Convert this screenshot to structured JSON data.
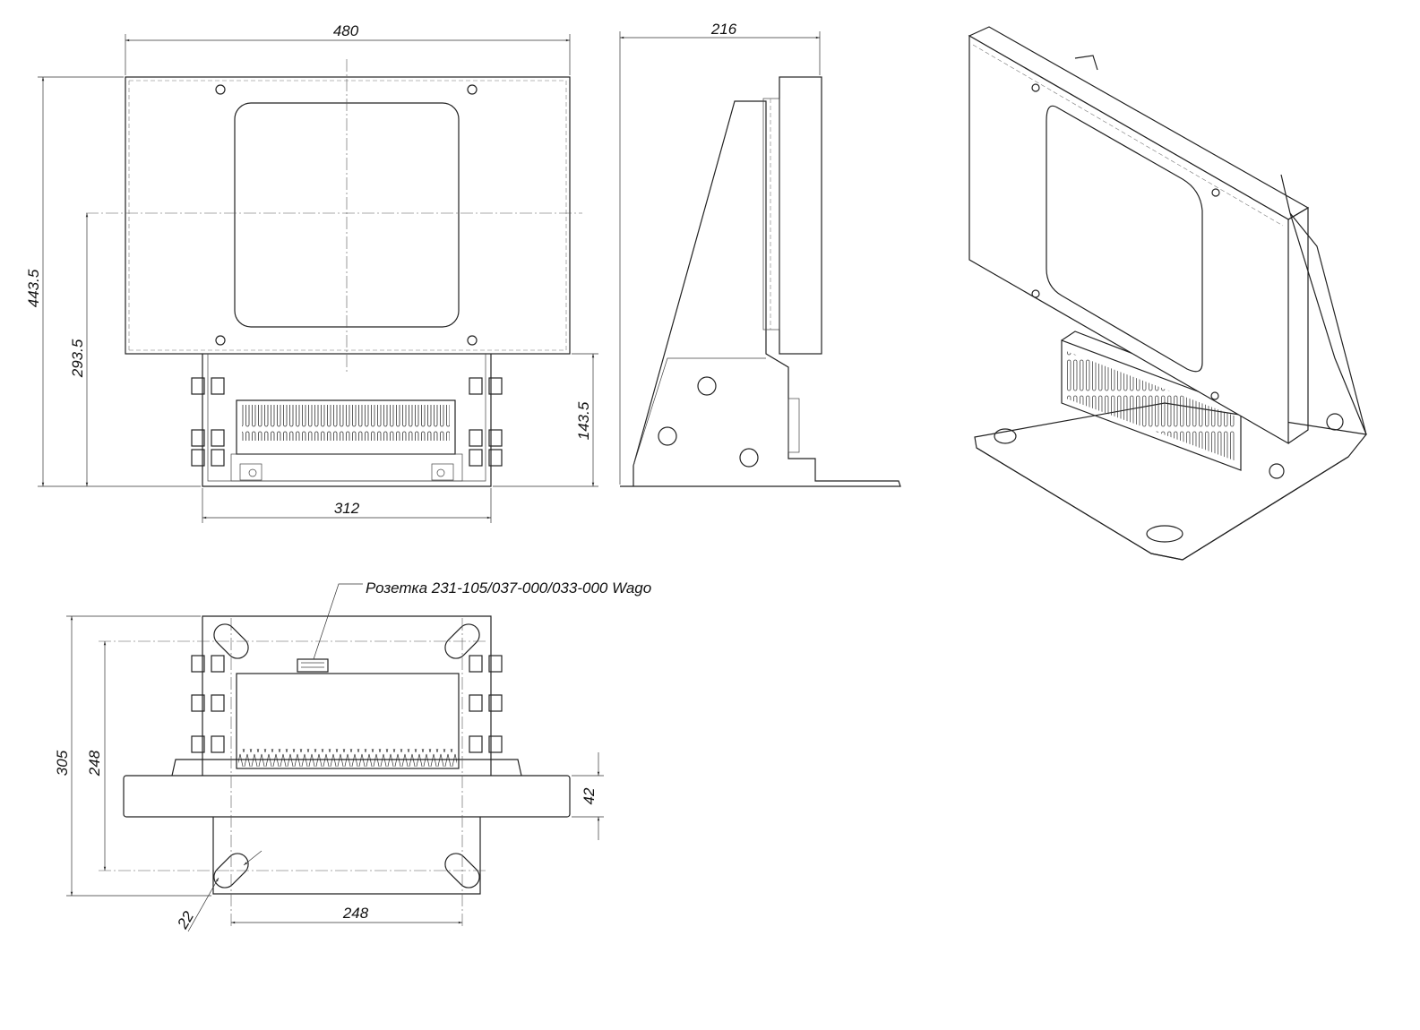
{
  "front_view": {
    "width_dim": "480",
    "height_dim": "443.5",
    "center_height_dim": "293.5",
    "bracket_height_dim": "143.5",
    "bracket_width_dim": "312"
  },
  "side_view": {
    "depth_dim": "216"
  },
  "bottom_view": {
    "callout": "Розетка 231-105/037-000/033-000 Wago",
    "depth_dim": "305",
    "hole_spacing_vertical_dim": "248",
    "plate_thickness_dim": "42",
    "slot_width_dim": "22",
    "hole_spacing_horizontal_dim": "248"
  }
}
